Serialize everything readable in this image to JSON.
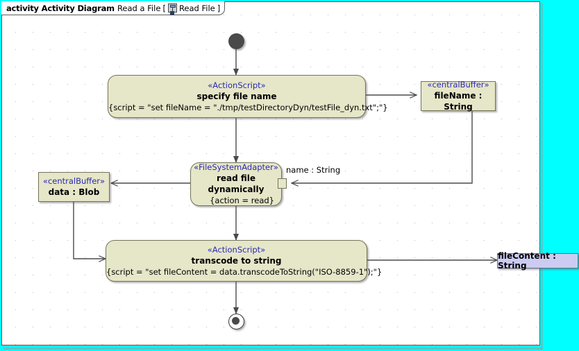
{
  "window": {
    "background_color": "#00ffff",
    "canvas_color": "#ffffff"
  },
  "title": {
    "keyword": "activity Activity Diagram",
    "name": "Read a File",
    "bracket_open": "[",
    "icon": "activity-diagram-icon",
    "ref": "Read File",
    "bracket_close": "]"
  },
  "colors": {
    "node_fill": "#e6e6c8",
    "node_border": "#73735a",
    "stereotype_text": "#2a2ab4",
    "object_fill": "#ccccf2",
    "canvas_outside": "#00ffff"
  },
  "nodes": {
    "start": {
      "name": "initial-node"
    },
    "specify_file_name": {
      "stereotype": "«ActionScript»",
      "name": "specify file name",
      "body": "{script = \"set fileName = \"./tmp/testDirectoryDyn/testFile_dyn.txt\";\"}"
    },
    "filename_buffer": {
      "stereotype": "«centralBuffer»",
      "name": "fileName : String"
    },
    "read_file": {
      "stereotype": "«FileSystemAdapter»",
      "name": "read file dynamically",
      "body": "{action = read}"
    },
    "read_file_pin_label": "name : String",
    "data_buffer": {
      "stereotype": "«centralBuffer»",
      "name": "data : Blob"
    },
    "transcode": {
      "stereotype": "«ActionScript»",
      "name": "transcode to string",
      "body": "{script = \"set fileContent = data.transcodeToString(\"ISO-8859-1\");\"}"
    },
    "file_content": {
      "name": "fileContent : String"
    },
    "end": {
      "name": "activity-final-node"
    }
  }
}
